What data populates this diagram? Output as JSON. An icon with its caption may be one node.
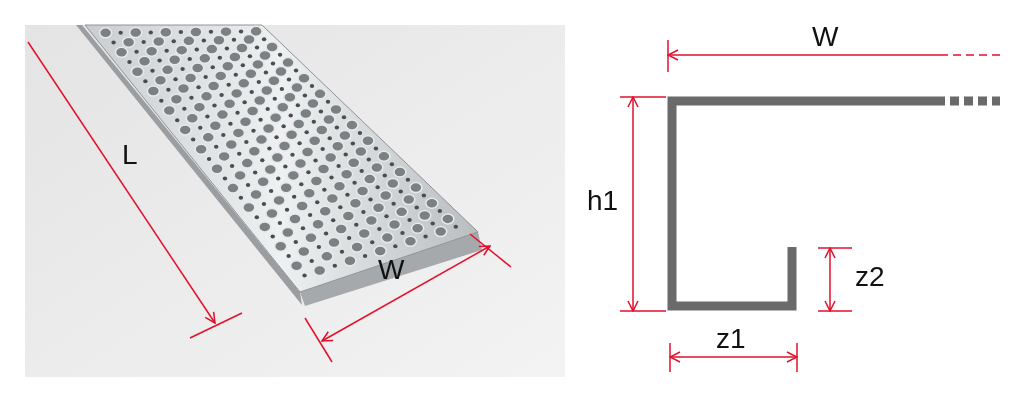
{
  "diagram": {
    "labels": [
      "W",
      "L",
      "h1",
      "W",
      "z2",
      "z1"
    ]
  }
}
